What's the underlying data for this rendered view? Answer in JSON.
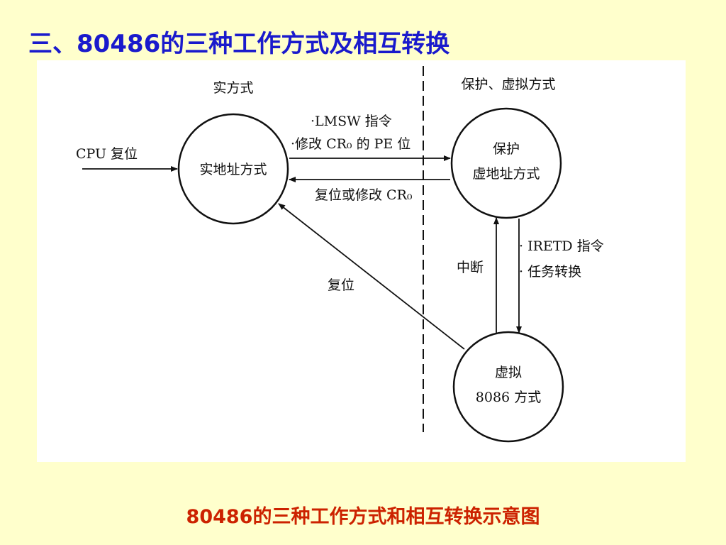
{
  "title": "三、80486的三种工作方式及相互转换",
  "caption": "80486的三种工作方式和相互转换示意图",
  "diagram": {
    "region_labels": {
      "real": "实方式",
      "protected": "保护、虚拟方式"
    },
    "nodes": {
      "real": {
        "lines": [
          "实地址方式"
        ]
      },
      "protected": {
        "lines": [
          "保护",
          "虚地址方式"
        ]
      },
      "virtual": {
        "lines": [
          "虚拟",
          "8086 方式"
        ]
      }
    },
    "edges": {
      "cpu_reset": {
        "label": "CPU 复位"
      },
      "to_protected": {
        "label_lines": [
          "·LMSW 指令",
          "·修改 CR₀ 的 PE 位"
        ]
      },
      "to_real": {
        "label": "复位或修改 CR₀"
      },
      "interrupt": {
        "label": "中断"
      },
      "to_virtual": {
        "label_lines": [
          "· IRETD 指令",
          "· 任务转换"
        ]
      },
      "reset_from_virtual": {
        "label": "复位"
      }
    }
  }
}
